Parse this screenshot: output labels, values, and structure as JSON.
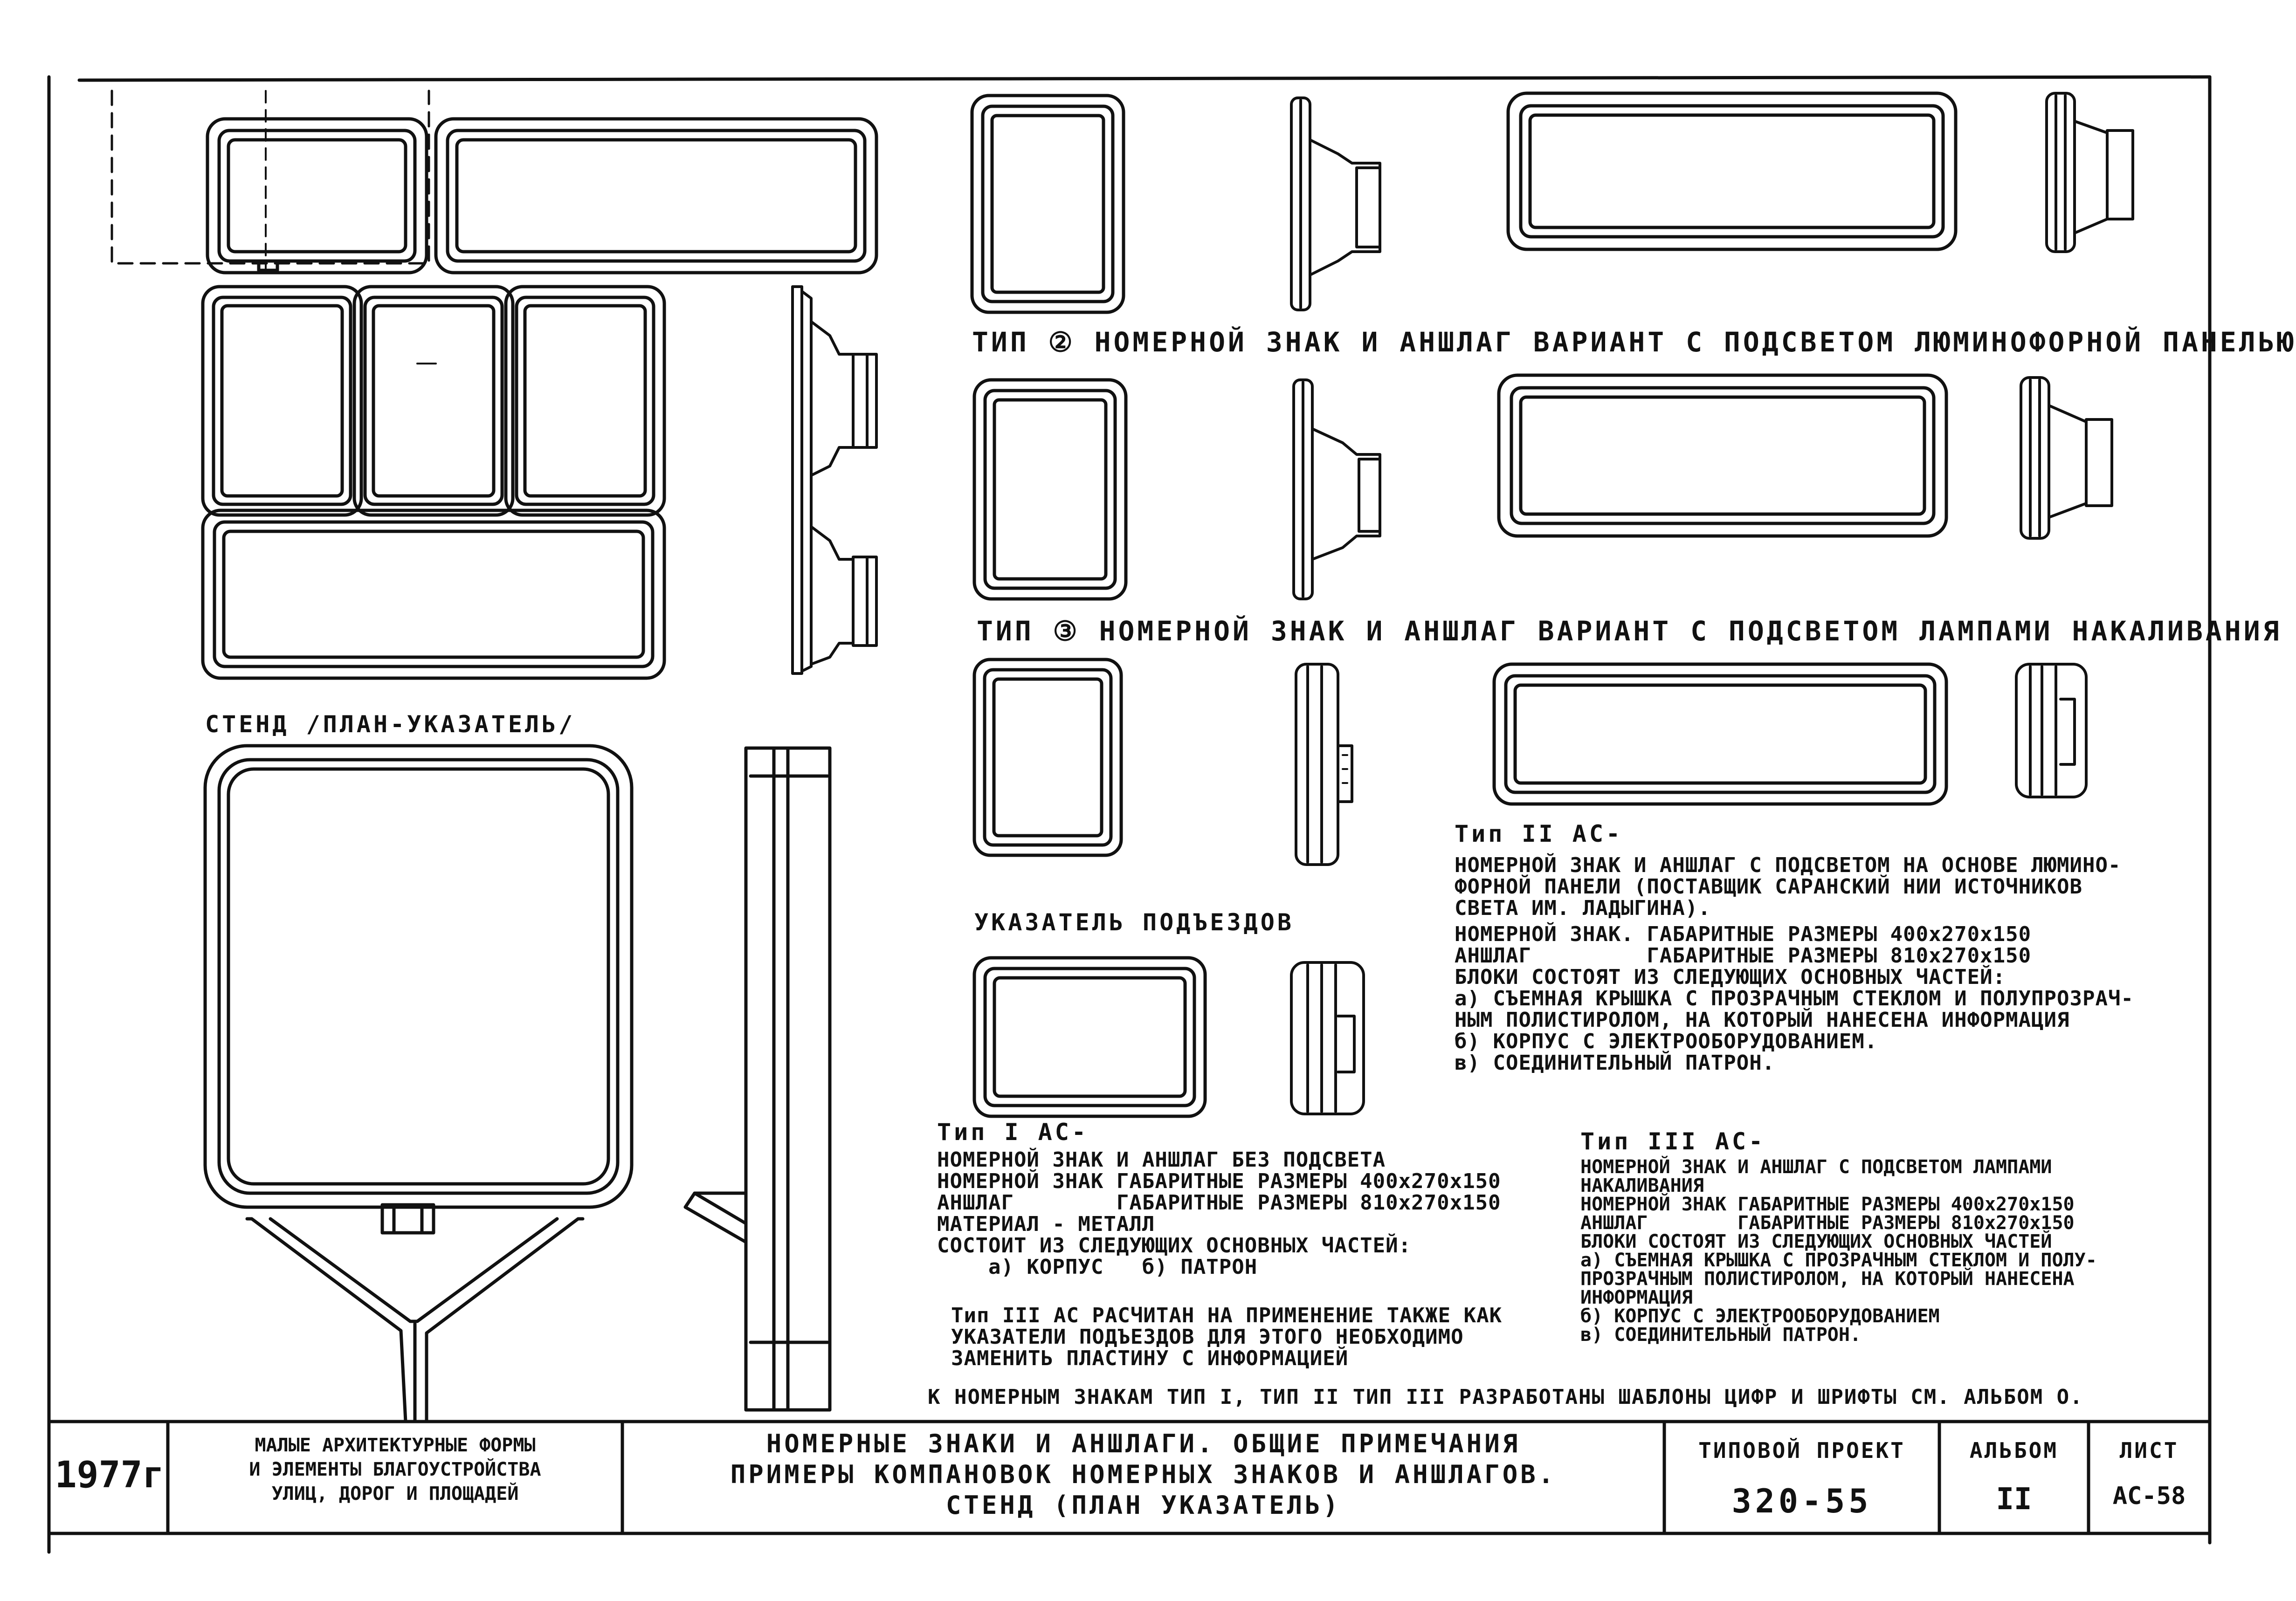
{
  "captions": {
    "type2": "ТИП ② НОМЕРНОЙ ЗНАК И АНШЛАГ ВАРИАНТ С ПОДСВЕТОМ ЛЮМИНОФОРНОЙ ПАНЕЛЬЮ",
    "type3": "ТИП ③ НОМЕРНОЙ ЗНАК И АНШЛАГ ВАРИАНТ С ПОДСВЕТОМ ЛАМПАМИ НАКАЛИВАНИЯ",
    "stand": "СТЕНД /ПЛАН-УКАЗАТЕЛЬ/",
    "entrance_sign": "УКАЗАТЕЛЬ ПОДЪЕЗДОВ"
  },
  "type_II_AC": {
    "title": "Тип II АС-",
    "lines": [
      "НОМЕРНОЙ ЗНАК И АНШЛАГ С ПОДСВЕТОМ НА ОСНОВЕ ЛЮМИНО-",
      "ФОРНОЙ ПАНЕЛИ (ПОСТАВЩИК САРАНСКИЙ НИИ ИСТОЧНИКОВ",
      "СВЕТА ИМ. ЛАДЫГИНА).",
      "НОМЕРНОЙ ЗНАК. ГАБАРИТНЫЕ РАЗМЕРЫ 400х270х150",
      "АНШЛАГ         ГАБАРИТНЫЕ РАЗМЕРЫ 810х270х150",
      "БЛОКИ СОСТОЯТ ИЗ СЛЕДУЮЩИХ ОСНОВНЫХ ЧАСТЕЙ:",
      "а) СЪЕМНАЯ КРЫШКА С ПРОЗРАЧНЫМ СТЕКЛОМ И ПОЛУПРОЗРАЧ-",
      "НЫМ ПОЛИСТИРОЛОМ, НА КОТОРЫЙ НАНЕСЕНА ИНФОРМАЦИЯ",
      "б) КОРПУС С ЭЛЕКТРООБОРУДОВАНИЕМ.",
      "в) СОЕДИНИТЕЛЬНЫЙ ПАТРОН."
    ]
  },
  "type_I_AC": {
    "title": "Тип I АС-",
    "lines": [
      "НОМЕРНОЙ ЗНАК И АНШЛАГ БЕЗ ПОДСВЕТА",
      "НОМЕРНОЙ ЗНАК ГАБАРИТНЫЕ РАЗМЕРЫ 400х270х150",
      "АНШЛАГ        ГАБАРИТНЫЕ РАЗМЕРЫ 810х270х150",
      "МАТЕРИАЛ - МЕТАЛЛ",
      "СОСТОИТ ИЗ СЛЕДУЮЩИХ ОСНОВНЫХ ЧАСТЕЙ:",
      "    а) КОРПУС   б) ПАТРОН"
    ]
  },
  "type_III_note": [
    "Тип III АС РАСЧИТАН НА ПРИМЕНЕНИЕ ТАКЖЕ КАК",
    "УКАЗАТЕЛИ ПОДЪЕЗДОВ ДЛЯ ЭТОГО НЕОБХОДИМО",
    "ЗАМЕНИТЬ ПЛАСТИНУ С ИНФОРМАЦИЕЙ"
  ],
  "type_III_AC": {
    "title": "Тип III АС-",
    "lines": [
      "НОМЕРНОЙ ЗНАК И АНШЛАГ С ПОДСВЕТОМ ЛАМПАМИ",
      "НАКАЛИВАНИЯ",
      "НОМЕРНОЙ ЗНАК ГАБАРИТНЫЕ РАЗМЕРЫ 400х270х150",
      "АНШЛАГ        ГАБАРИТНЫЕ РАЗМЕРЫ 810х270х150",
      "БЛОКИ СОСТОЯТ ИЗ СЛЕДУЮЩИХ ОСНОВНЫХ ЧАСТЕЙ",
      "а) СЪЕМНАЯ КРЫШКА С ПРОЗРАЧНЫМ СТЕКЛОМ И ПОЛУ-",
      "ПРОЗРАЧНЫМ ПОЛИСТИРОЛОМ, НА КОТОРЫЙ НАНЕСЕНА",
      "ИНФОРМАЦИЯ",
      "б) КОРПУС С ЭЛЕКТРООБОРУДОВАНИЕМ",
      "в) СОЕДИНИТЕЛЬНЫЙ ПАТРОН."
    ]
  },
  "footnote": "К НОМЕРНЫМ ЗНАКАМ ТИП I, ТИП II ТИП III РАЗРАБОТАНЫ ШАБЛОНЫ ЦИФР И ШРИФТЫ СМ. АЛЬБОМ О.",
  "title_block": {
    "year": "1977г",
    "org_lines": [
      "МАЛЫЕ АРХИТЕКТУРНЫЕ ФОРМЫ",
      "И ЭЛЕМЕНТЫ БЛАГОУСТРОЙСТВА",
      "УЛИЦ, ДОРОГ И ПЛОЩАДЕЙ"
    ],
    "title_lines": [
      "НОМЕРНЫЕ ЗНАКИ И АНШЛАГИ. ОБЩИЕ ПРИМЕЧАНИЯ",
      "ПРИМЕРЫ КОМПАНОВОК НОМЕРНЫХ ЗНАКОВ И АНШЛАГОВ.",
      "СТЕНД (ПЛАН УКАЗАТЕЛЬ)"
    ],
    "project_label": "ТИПОВОЙ ПРОЕКТ",
    "project_value": "320-55",
    "album_label": "АЛЬБОМ",
    "album_value": "II",
    "sheet_label": "ЛИСТ",
    "sheet_value": "АС-58"
  },
  "colors": {
    "ink": "#111111",
    "paper": "#ffffff"
  }
}
